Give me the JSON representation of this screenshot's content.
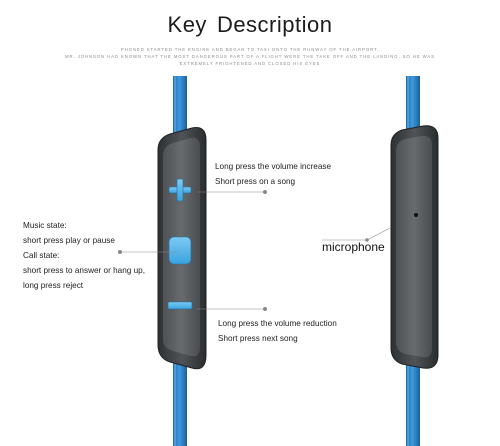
{
  "header": {
    "title_word1": "Key",
    "title_word2": "Description",
    "subtitle_lines": [
      "PHONED STARTED THE ENGINE AND BEGAN TO TAXI ONTO THE RUNWAY OF THE AIRPORT.",
      "MR. JOHNSON HAD KNOWN THAT THE MOST DANGEROUS PART OF A FLIGHT WERE THE TAKE OFF AND THE LANDING, SO HE WAS",
      "EXTREMELY FRIGHTENED AND CLOSED HIS EYES"
    ]
  },
  "labels": {
    "volume_up": [
      "Long press the volume increase",
      "Short press on a song"
    ],
    "middle_button": [
      "Music state:",
      "short press play or pause",
      "Call state:",
      "short press to answer or hang up,",
      "long press reject"
    ],
    "volume_down": [
      "Long press the volume reduction",
      "Short press next song"
    ],
    "microphone": "microphone"
  },
  "icons": {
    "plus_button": "plus-icon",
    "middle_button": "rounded-square-icon",
    "minus_button": "minus-icon"
  },
  "colors": {
    "cable": "#2f86c9",
    "button_accent": "#58b8ec",
    "remote_body": "#3d4042",
    "remote_face": "#5b5e61"
  }
}
